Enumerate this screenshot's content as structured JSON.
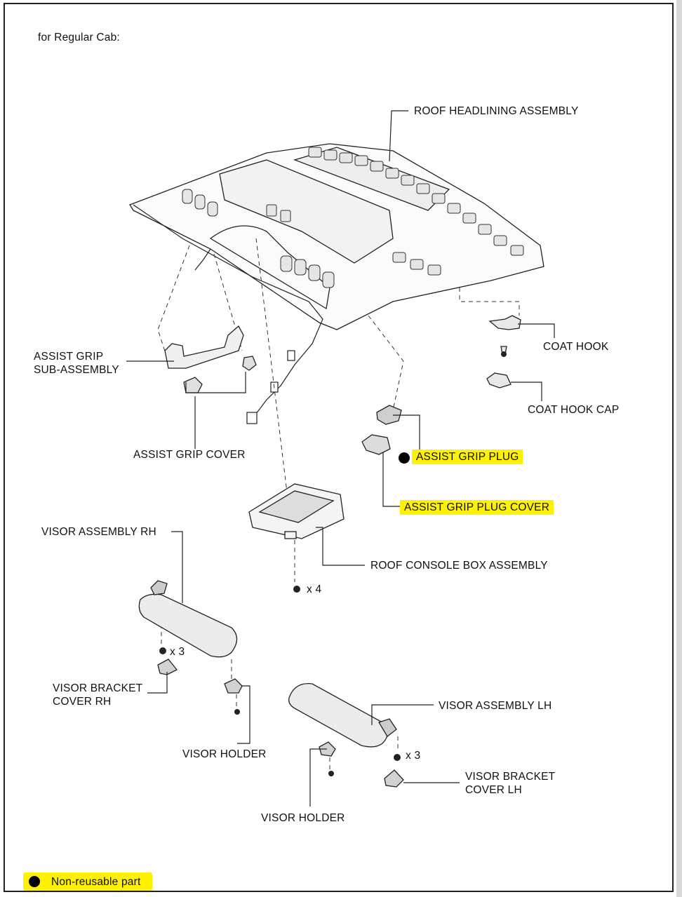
{
  "header": {
    "caption": "for Regular Cab:"
  },
  "parts": {
    "roof_headlining": "ROOF HEADLINING ASSEMBLY",
    "coat_hook": "COAT HOOK",
    "assist_grip_sub": "ASSIST GRIP\nSUB-ASSEMBLY",
    "coat_hook_cap": "COAT HOOK CAP",
    "assist_grip_plug": "ASSIST GRIP PLUG",
    "assist_grip_cover": "ASSIST GRIP COVER",
    "assist_grip_plug_cover": "ASSIST GRIP PLUG COVER",
    "visor_rh": "VISOR ASSEMBLY RH",
    "roof_console_box": "ROOF CONSOLE BOX ASSEMBLY",
    "visor_bracket_cover_rh": "VISOR BRACKET\nCOVER RH",
    "visor_lh": "VISOR ASSEMBLY LH",
    "visor_holder_1": "VISOR HOLDER",
    "visor_bracket_cover_lh": "VISOR BRACKET\nCOVER LH",
    "visor_holder_2": "VISOR HOLDER"
  },
  "quantities": {
    "console_screws": "x 4",
    "visor_rh_screws": "x 3",
    "visor_lh_screws": "x 3"
  },
  "legend": {
    "non_reusable": "Non-reusable part"
  },
  "colors": {
    "highlight": "#fff200",
    "line": "#222222"
  }
}
